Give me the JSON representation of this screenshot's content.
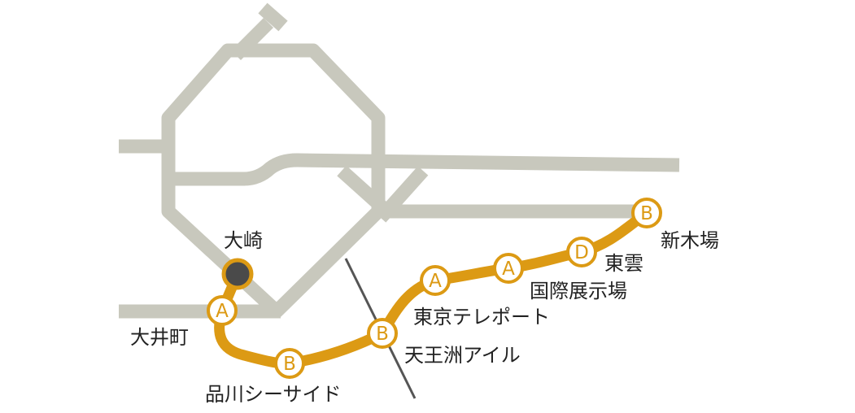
{
  "colors": {
    "background": "#ffffff",
    "other_rail": "#c8c8bd",
    "route_line": "#dc9a14",
    "badge_fill": "#ffffff",
    "badge_text": "#dc9a14",
    "transfer_station": "#4a4a4a",
    "crossing_line": "#555555",
    "label_text": "#222222"
  },
  "route": {
    "stations": [
      {
        "name": "大崎",
        "badge": "",
        "type": "transfer-terminal"
      },
      {
        "name": "大井町",
        "badge": "A"
      },
      {
        "name": "品川シーサイド",
        "badge": "B"
      },
      {
        "name": "天王洲アイル",
        "badge": "B"
      },
      {
        "name": "東京テレポート",
        "badge": "A"
      },
      {
        "name": "国際展示場",
        "badge": "A"
      },
      {
        "name": "東雲",
        "badge": "D"
      },
      {
        "name": "新木場",
        "badge": "B"
      }
    ]
  }
}
